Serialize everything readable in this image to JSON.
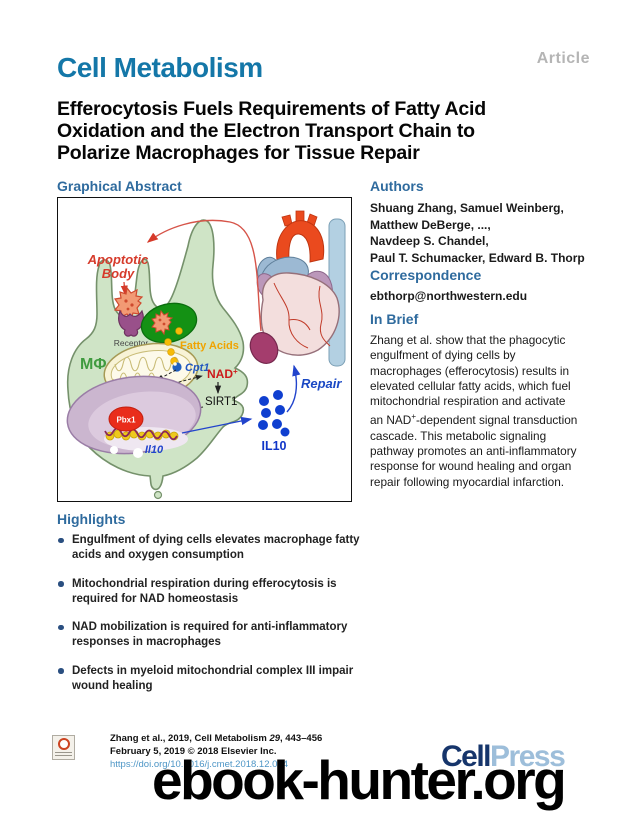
{
  "page": {
    "article_label": "Article",
    "journal_name": "Cell Metabolism",
    "title_lines": [
      "Efferocytosis Fuels Requirements of Fatty Acid",
      "Oxidation and the Electron Transport Chain to",
      "Polarize Macrophages for Tissue Repair"
    ]
  },
  "colors": {
    "journal_blue": "#1477a8",
    "heading_blue": "#2f6b9e",
    "link_blue": "#4e96c6",
    "logo_navy": "#16356b",
    "logo_light_blue": "#9dbeda",
    "article_gray": "#b5b5b5",
    "nad_red": "#cc1a1a",
    "il10_blue": "#0f35c8",
    "cell_green": "#cfe4c6",
    "phagosome_green": "#149114"
  },
  "graphical_abstract": {
    "heading": "Graphical Abstract",
    "labels": {
      "apoptotic_line1": "Apoptotic",
      "apoptotic_line2": "Body",
      "receptor": "Receptor",
      "macrophage": "MΦ",
      "fatty_acids": "Fatty Acids",
      "cpt1": "Cpt1",
      "nad_base": "NAD",
      "nad_sup": "+",
      "sirt1": "SIRT1",
      "pbx1": "Pbx1",
      "il10_gene": "Il10",
      "il10_protein": "IL10",
      "repair": "Repair",
      "complexes": [
        "I",
        "II",
        "III",
        "IV"
      ]
    }
  },
  "authors": {
    "heading": "Authors",
    "lines": [
      "Shuang Zhang, Samuel Weinberg,",
      "Matthew DeBerge, ...,",
      "Navdeep S. Chandel,",
      "Paul T. Schumacker, Edward B. Thorp"
    ]
  },
  "correspondence": {
    "heading": "Correspondence",
    "email": "ebthorp@northwestern.edu"
  },
  "in_brief": {
    "heading": "In Brief",
    "text_before_sup": "Zhang et al. show that the phagocytic engulfment of dying cells by macrophages (efferocytosis) results in elevated cellular fatty acids, which fuel mitochondrial respiration and activate an NAD",
    "sup": "+",
    "text_after_sup": "-dependent signal transduction cascade. This metabolic signaling pathway promotes an anti-inflammatory response for wound healing and organ repair following myocardial infarction."
  },
  "highlights": {
    "heading": "Highlights",
    "items": [
      "Engulfment of dying cells elevates macrophage fatty acids and oxygen consumption",
      "Mitochondrial respiration during efferocytosis is required for NAD homeostasis",
      "NAD mobilization is required for anti-inflammatory responses in macrophages",
      "Defects in myeloid mitochondrial complex III impair wound healing"
    ]
  },
  "footer": {
    "citation_part1": "Zhang et al., 2019, Cell Metabolism ",
    "citation_volume": "29",
    "citation_part2": ", 443–456",
    "line2": "February 5, 2019 © 2018 Elsevier Inc.",
    "doi": "https://doi.org/10.1016/j.cmet.2018.12.004",
    "logo_cell": "Cell",
    "logo_press": "Press"
  },
  "watermark": "ebook-hunter.org"
}
